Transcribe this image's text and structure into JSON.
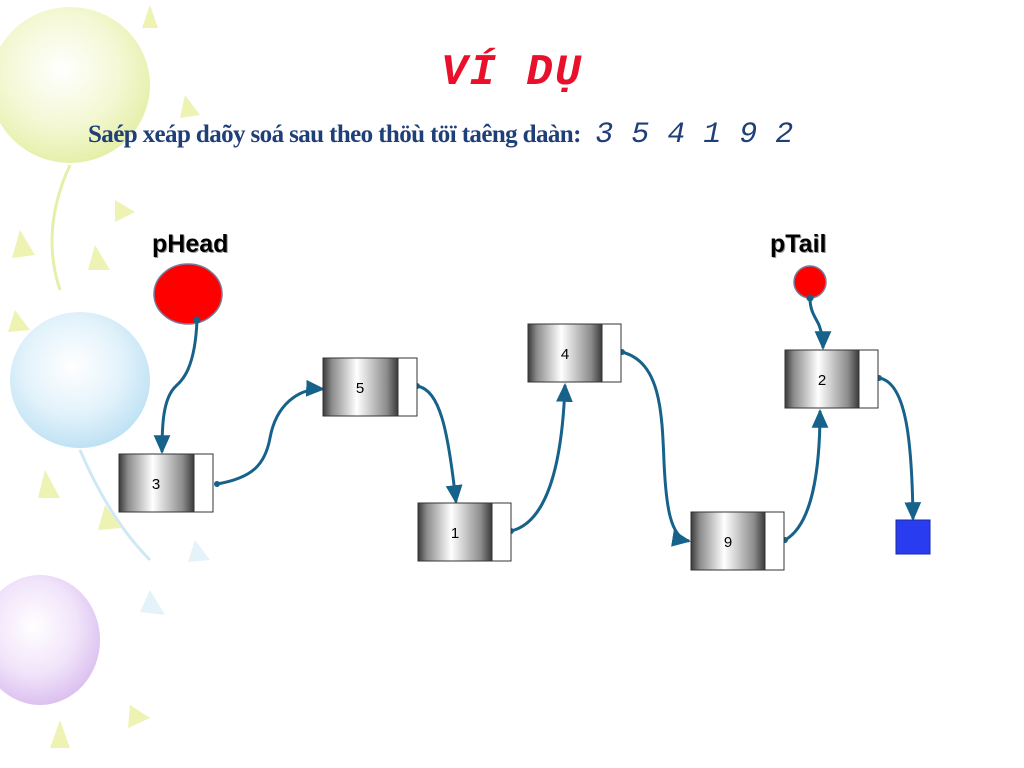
{
  "title": "VÍ DỤ",
  "subtitle": {
    "text": "Saép xeáp daõy soá sau theo thöù töï taêng daàn:",
    "sequence": "3  5  4  1  9  2"
  },
  "pointers": {
    "head": "pHead",
    "tail": "pTail"
  },
  "nodes": [
    {
      "id": "n3",
      "value": "3"
    },
    {
      "id": "n5",
      "value": "5"
    },
    {
      "id": "n1",
      "value": "1"
    },
    {
      "id": "n4",
      "value": "4"
    },
    {
      "id": "n9",
      "value": "9"
    },
    {
      "id": "n2",
      "value": "2"
    }
  ],
  "colors": {
    "title": "#e8102a",
    "subtitle": "#1f3f78",
    "arrow": "#16628a",
    "pointer": "#ff0000",
    "null_marker": "#2a3cf0"
  }
}
